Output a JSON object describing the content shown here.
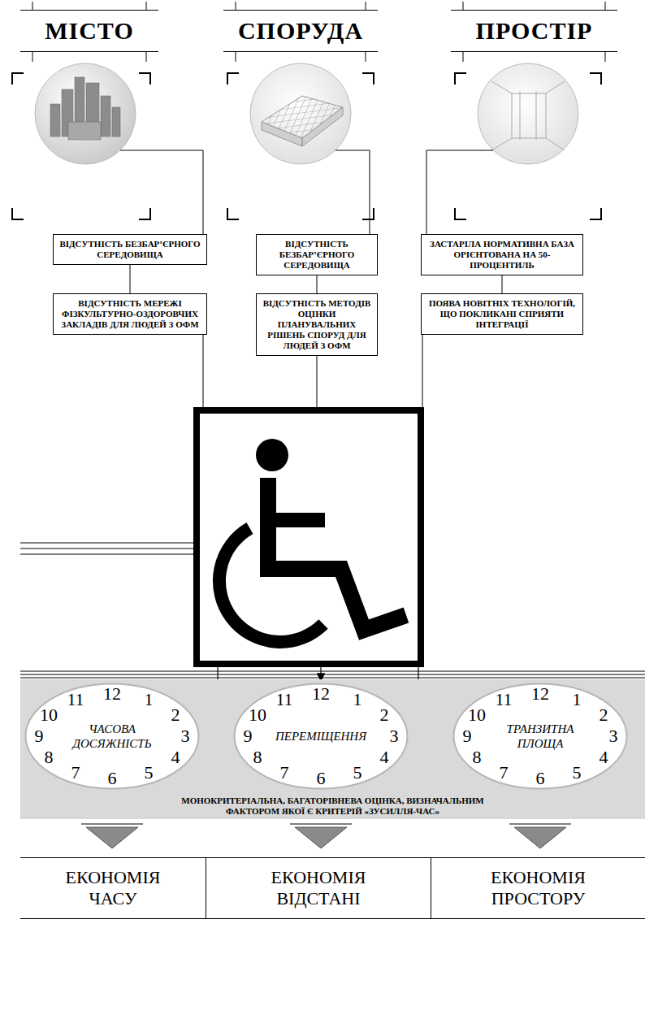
{
  "diagram": {
    "nodes": [
      {
        "text": [
          "МІСТО"
        ]
      },
      {
        "text": [
          "СПОРУДА"
        ]
      },
      {
        "text": [
          "ПРОСТІР"
        ]
      },
      {
        "text": [
          "ВІДСУТНІСТЬ БЕЗБАР’ЄРНОГО СЕРЕДОВИЩА"
        ]
      },
      {
        "text": [
          "ВІДСУТНІСТЬ БЕЗБАР’ЄРНОГО СЕРЕДОВИЩА"
        ]
      },
      {
        "text": [
          "ЗАСТАРІЛА НОРМАТИВНА БАЗА ОРІЄНТОВАНА НА 50-ПРОЦЕНТИЛЬ"
        ]
      },
      {
        "text": [
          "ВІДСУТНІСТЬ МЕРЕЖІ ФІЗКУЛЬТУРНО-ОЗДОРОВЧИХ ЗАКЛАДІВ ДЛЯ ЛЮДЕЙ З ОФМ"
        ]
      },
      {
        "text": [
          "ВІДСУТНІСТЬ МЕТОДІВ ОЦІНКИ ПЛАНУВАЛЬНИХ РІШЕНЬ СПОРУД ДЛЯ ЛЮДЕЙ З ОФМ"
        ]
      },
      {
        "text": [
          "ПОЯВА НОВІТНІХ ТЕХНОЛОГІЙ, ЩО ПОКЛИКАНІ СПРИЯТИ ІНТЕГРАЦІЇ"
        ]
      },
      {
        "text": [
          "МОНОКРИТЕРІАЛЬНА, БАГАТОРІВНЕВА ОЦІНКА, ВИЗНАЧАЛЬНИМ ФАКТОРОМ ЯКОЇ Є КРИТЕРІЙ «ЗУСИЛЛЯ-ЧАС»"
        ]
      },
      {
        "text": [
          "ЧАСОВА ДОСЯЖНІСТЬ"
        ],
        "in": 9
      },
      {
        "text": [
          "ПЕРЕМІЩЕННЯ"
        ],
        "in": 9
      },
      {
        "text": [
          "ТРАНЗИТНА ПЛОЩА"
        ],
        "in": 9
      },
      {
        "text": [
          "ЕКОНОМІЯ ЧАСУ"
        ]
      },
      {
        "text": [
          "ЕКОНОМІЯ ВІДСТАНІ"
        ]
      },
      {
        "text": [
          "ЕКОНОМІЯ ПРОСТОРУ"
        ]
      }
    ],
    "edges": [
      {
        "from": 3,
        "to": 6,
        "arrow": "none"
      },
      {
        "from": 4,
        "to": 7,
        "arrow": "none"
      },
      {
        "from": 5,
        "to": 8,
        "arrow": "none"
      }
    ],
    "labels": [
      "12",
      "1",
      "2",
      "3",
      "4",
      "5",
      "6",
      "7",
      "8",
      "9",
      "10",
      "11",
      "12",
      "1",
      "2",
      "3",
      "4",
      "5",
      "6",
      "7",
      "8",
      "9",
      "10",
      "11",
      "12",
      "1",
      "2",
      "3",
      "4",
      "5",
      "6",
      "7",
      "8",
      "9",
      "10",
      "11"
    ]
  }
}
